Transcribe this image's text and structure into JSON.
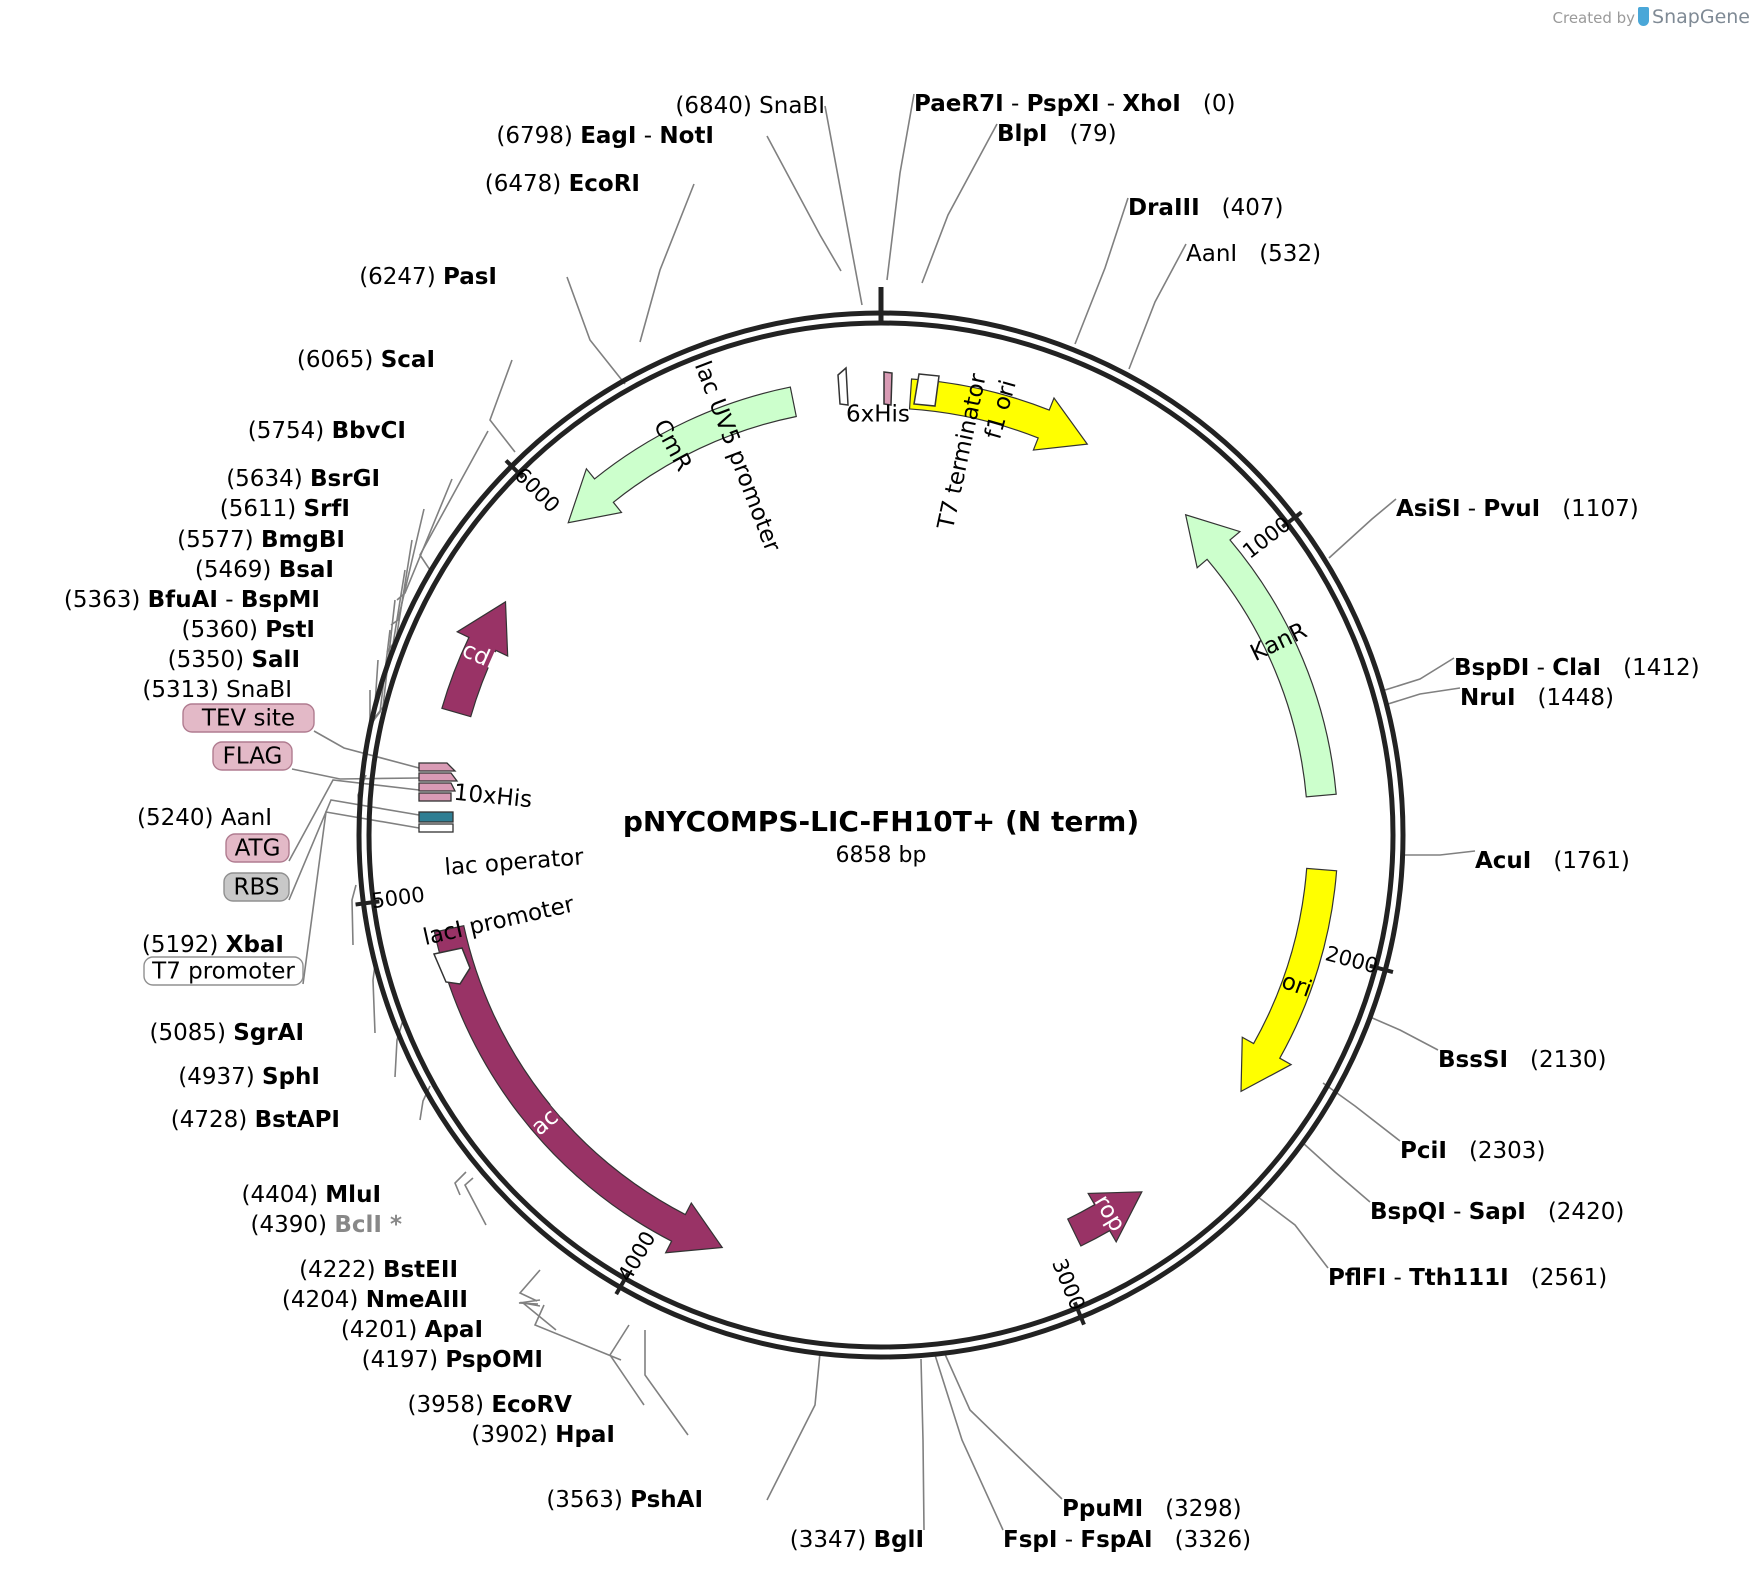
{
  "credit": {
    "created_by": "Created by",
    "brand": "SnapGene"
  },
  "plasmid": {
    "name": "pNYCOMPS-LIC-FH10T+ (N term)",
    "size_label": "6858 bp",
    "length": 6858
  },
  "ticks": [
    {
      "pos": 0,
      "label": ""
    },
    {
      "pos": 1000,
      "label": "1000"
    },
    {
      "pos": 2000,
      "label": "2000"
    },
    {
      "pos": 3000,
      "label": "3000"
    },
    {
      "pos": 4000,
      "label": "4000"
    },
    {
      "pos": 5000,
      "label": "5000"
    },
    {
      "pos": 6000,
      "label": "6000"
    }
  ],
  "features": [
    {
      "name": "f1 ori",
      "start": 73,
      "end": 530,
      "dir": 1,
      "lane": 0,
      "color": "#ffff00",
      "text_color": "#000000"
    },
    {
      "name": "KanR",
      "start": 830,
      "end": 1617,
      "dir": -1,
      "lane": 0,
      "color": "#ccffcc",
      "text_color": "#000000"
    },
    {
      "name": "ori",
      "start": 1800,
      "end": 2390,
      "dir": 1,
      "lane": 0,
      "color": "#ffff00",
      "text_color": "#000000"
    },
    {
      "name": "rop",
      "start": 2740,
      "end": 2935,
      "dir": -1,
      "lane": 0,
      "color": "#993366",
      "text_color": "#ffffff"
    },
    {
      "name": "lacI",
      "start": 3830,
      "end": 4910,
      "dir": -1,
      "lane": 0,
      "color": "#993366",
      "text_color": "#ffffff"
    },
    {
      "name": "ccdB",
      "start": 5450,
      "end": 5750,
      "dir": 1,
      "lane": 0,
      "color": "#993366",
      "text_color": "#ffffff"
    },
    {
      "name": "CmR",
      "start": 6000,
      "end": 6640,
      "dir": -1,
      "lane": 0,
      "color": "#ccffcc",
      "text_color": "#000000"
    }
  ],
  "feature_labels": [
    {
      "text": "lac UV5 promoter",
      "pos": 6460
    },
    {
      "text": "6xHis",
      "pos": 6850
    },
    {
      "text": "T7 terminator",
      "pos": 230
    },
    {
      "text": "10xHis",
      "pos": 5250
    },
    {
      "text": "lac operator",
      "pos": 5060
    },
    {
      "text": "lacI promoter",
      "pos": 4900
    }
  ],
  "sites": [
    {
      "enzymes": [
        "PaeR7I",
        "PspXI",
        "XhoI"
      ],
      "pos": "(0)",
      "side": "right"
    },
    {
      "enzymes": [
        "BlpI"
      ],
      "pos": "(79)",
      "side": "right"
    },
    {
      "enzymes": [
        "DraIII"
      ],
      "pos": "(407)",
      "side": "right"
    },
    {
      "enzymes": [
        "AanI"
      ],
      "pos": "(532)",
      "side": "right",
      "plain": true
    },
    {
      "enzymes": [
        "AsiSI",
        "PvuI"
      ],
      "pos": "(1107)",
      "side": "right"
    },
    {
      "enzymes": [
        "BspDI",
        "ClaI"
      ],
      "pos": "(1412)",
      "side": "right"
    },
    {
      "enzymes": [
        "NruI"
      ],
      "pos": "(1448)",
      "side": "right"
    },
    {
      "enzymes": [
        "AcuI"
      ],
      "pos": "(1761)",
      "side": "right"
    },
    {
      "enzymes": [
        "BssSI"
      ],
      "pos": "(2130)",
      "side": "right"
    },
    {
      "enzymes": [
        "PciI"
      ],
      "pos": "(2303)",
      "side": "right"
    },
    {
      "enzymes": [
        "BspQI",
        "SapI"
      ],
      "pos": "(2420)",
      "side": "right"
    },
    {
      "enzymes": [
        "PflFI",
        "Tth111I"
      ],
      "pos": "(2561)",
      "side": "right"
    },
    {
      "enzymes": [
        "PpuMI"
      ],
      "pos": "(3298)",
      "side": "right"
    },
    {
      "enzymes": [
        "FspI",
        "FspAI"
      ],
      "pos": "(3326)",
      "side": "right"
    },
    {
      "enzymes": [
        "BglI"
      ],
      "pos": "(3347)",
      "side": "left"
    },
    {
      "enzymes": [
        "PshAI"
      ],
      "pos": "(3563)",
      "side": "left"
    },
    {
      "enzymes": [
        "HpaI"
      ],
      "pos": "(3902)",
      "side": "left"
    },
    {
      "enzymes": [
        "EcoRV"
      ],
      "pos": "(3958)",
      "side": "left"
    },
    {
      "enzymes": [
        "PspOMI"
      ],
      "pos": "(4197)",
      "side": "left"
    },
    {
      "enzymes": [
        "ApaI"
      ],
      "pos": "(4201)",
      "side": "left"
    },
    {
      "enzymes": [
        "NmeAIII"
      ],
      "pos": "(4204)",
      "side": "left"
    },
    {
      "enzymes": [
        "BstEII"
      ],
      "pos": "(4222)",
      "side": "left"
    },
    {
      "enzymes": [
        "BclI *"
      ],
      "pos": "(4390)",
      "side": "left",
      "grey": true
    },
    {
      "enzymes": [
        "MluI"
      ],
      "pos": "(4404)",
      "side": "left"
    },
    {
      "enzymes": [
        "BstAPI"
      ],
      "pos": "(4728)",
      "side": "left"
    },
    {
      "enzymes": [
        "SphI"
      ],
      "pos": "(4937)",
      "side": "left"
    },
    {
      "enzymes": [
        "SgrAI"
      ],
      "pos": "(5085)",
      "side": "left"
    },
    {
      "enzymes": [
        "XbaI"
      ],
      "pos": "(5192)",
      "side": "left"
    },
    {
      "enzymes": [
        "AanI"
      ],
      "pos": "(5240)",
      "side": "left",
      "plain": true
    },
    {
      "enzymes": [
        "SnaBI"
      ],
      "pos": "(5313)",
      "side": "left",
      "plain": true
    },
    {
      "enzymes": [
        "SalI"
      ],
      "pos": "(5350)",
      "side": "left"
    },
    {
      "enzymes": [
        "PstI"
      ],
      "pos": "(5360)",
      "side": "left"
    },
    {
      "enzymes": [
        "BfuAI",
        "BspMI"
      ],
      "pos": "(5363)",
      "side": "left"
    },
    {
      "enzymes": [
        "BsaI"
      ],
      "pos": "(5469)",
      "side": "left"
    },
    {
      "enzymes": [
        "BmgBI"
      ],
      "pos": "(5577)",
      "side": "left"
    },
    {
      "enzymes": [
        "SrfI"
      ],
      "pos": "(5611)",
      "side": "left"
    },
    {
      "enzymes": [
        "BsrGI"
      ],
      "pos": "(5634)",
      "side": "left"
    },
    {
      "enzymes": [
        "BbvCI"
      ],
      "pos": "(5754)",
      "side": "left"
    },
    {
      "enzymes": [
        "ScaI"
      ],
      "pos": "(6065)",
      "side": "left"
    },
    {
      "enzymes": [
        "PasI"
      ],
      "pos": "(6247)",
      "side": "left"
    },
    {
      "enzymes": [
        "EcoRI"
      ],
      "pos": "(6478)",
      "side": "left"
    },
    {
      "enzymes": [
        "EagI",
        "NotI"
      ],
      "pos": "(6798)",
      "side": "left"
    },
    {
      "enzymes": [
        "SnaBI"
      ],
      "pos": "(6840)",
      "side": "left",
      "plain": true
    }
  ],
  "boxed_labels": [
    {
      "text": "TEV site",
      "fill": "#e3b9c7",
      "stroke": "#b07c90"
    },
    {
      "text": "FLAG",
      "fill": "#e3b9c7",
      "stroke": "#b07c90"
    },
    {
      "text": "ATG",
      "fill": "#e3b9c7",
      "stroke": "#b07c90"
    },
    {
      "text": "RBS",
      "fill": "#c8c8c8",
      "stroke": "#909090"
    },
    {
      "text": "T7 promoter",
      "fill": "#ffffff",
      "stroke": "#909090"
    }
  ]
}
